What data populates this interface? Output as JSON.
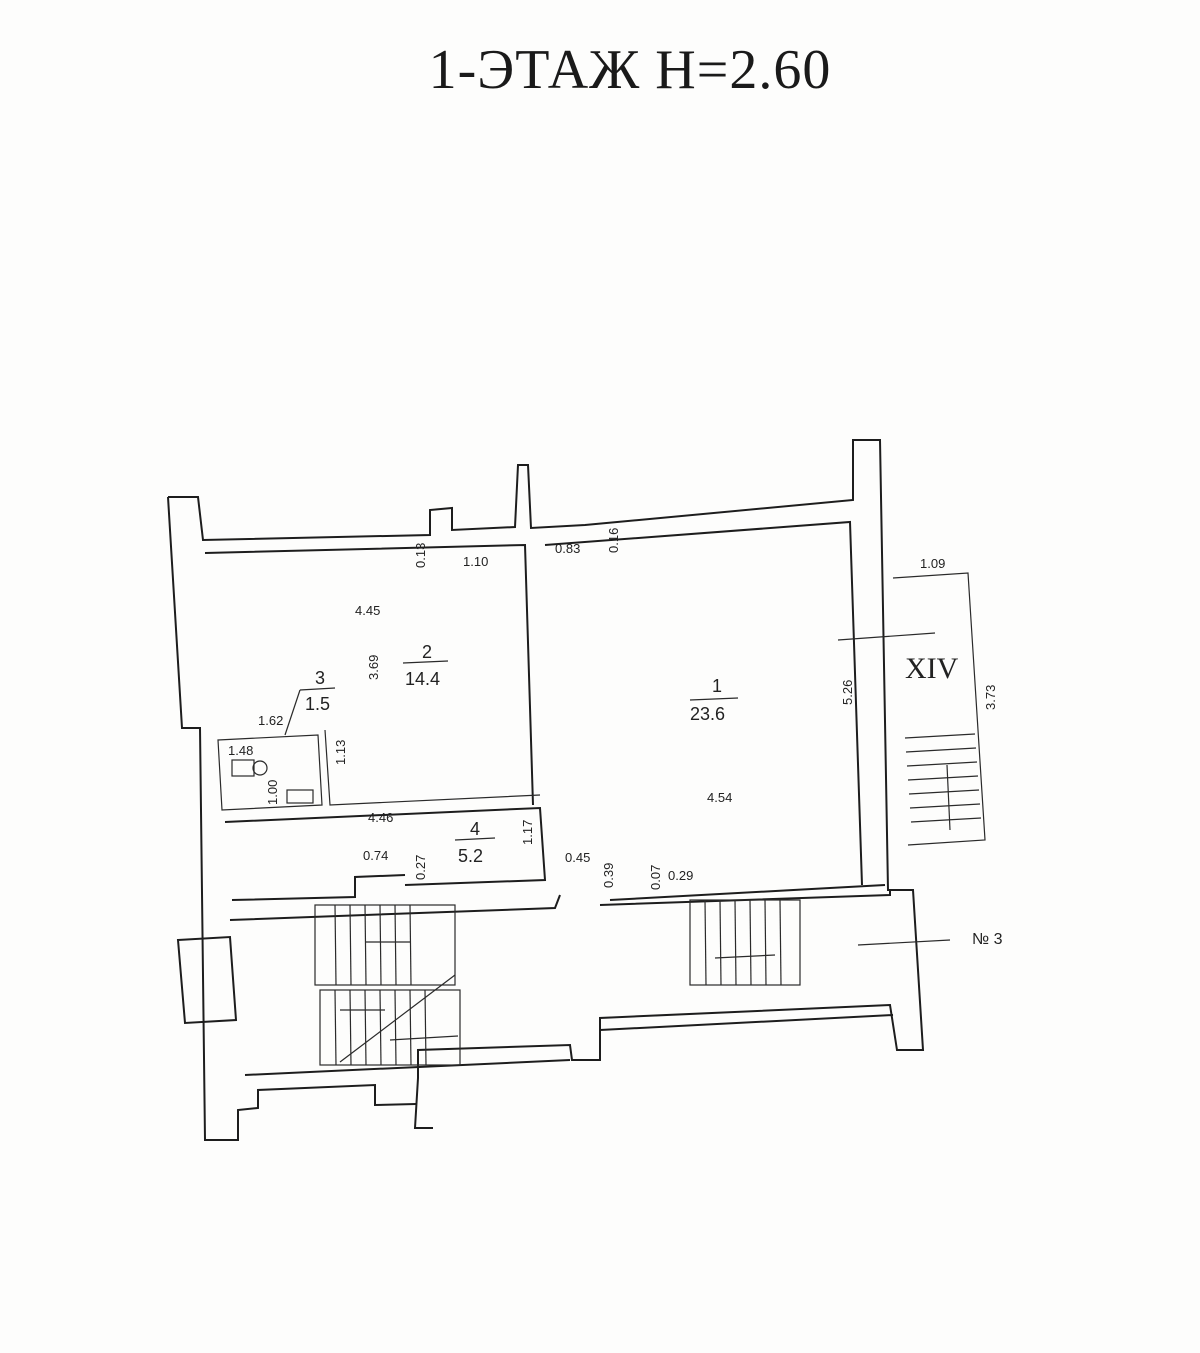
{
  "title": "1-ЭТАЖ  Н=2.60",
  "rooms": [
    {
      "number": "1",
      "area": "23.6"
    },
    {
      "number": "2",
      "area": "14.4"
    },
    {
      "number": "3",
      "area": "1.5"
    },
    {
      "number": "4",
      "area": "5.2"
    }
  ],
  "dimensions": {
    "d_013": "0.13",
    "d_110": "1.10",
    "d_083": "0.83",
    "d_016": "0.16",
    "d_445": "4.45",
    "d_369": "3.69",
    "d_162": "1.62",
    "d_148": "1.48",
    "d_113": "1.13",
    "d_100": "1.00",
    "d_446": "4.46",
    "d_117": "1.17",
    "d_074": "0.74",
    "d_027": "0.27",
    "d_045": "0.45",
    "d_039": "0.39",
    "d_007": "0.07",
    "d_029": "0.29",
    "d_454": "4.54",
    "d_526": "5.26",
    "d_109": "1.09",
    "d_373": "3.73"
  },
  "labels": {
    "stair_mark": "XIV",
    "section_mark": "№ 3"
  }
}
